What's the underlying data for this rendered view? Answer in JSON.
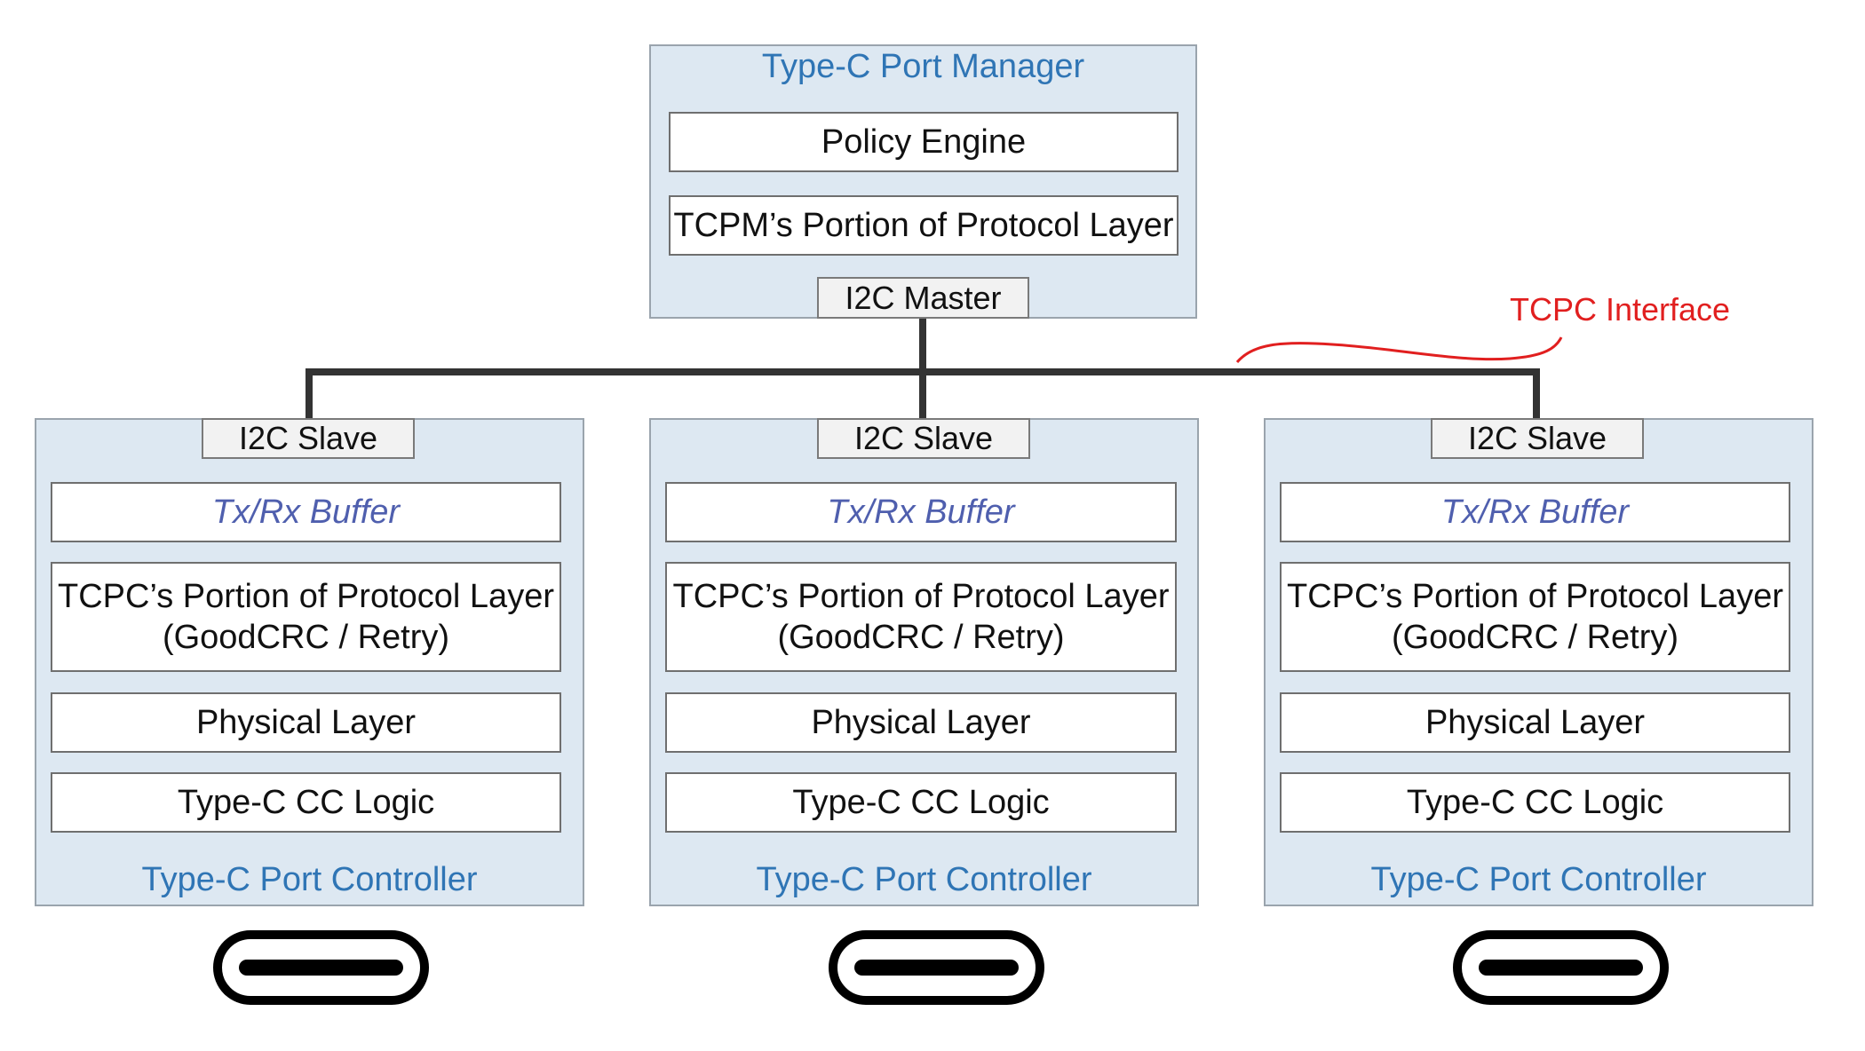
{
  "manager": {
    "title": "Type-C Port Manager",
    "policy_engine": "Policy Engine",
    "protocol_layer": "TCPM’s Portion of Protocol Layer",
    "master_tab": "I2C Master"
  },
  "interface_label": "TCPC Interface",
  "controllers": [
    {
      "slave_tab": "I2C Slave",
      "buffer": "Tx/Rx Buffer",
      "protocol_line1": "TCPC’s Portion of Protocol Layer",
      "protocol_line2": "(GoodCRC / Retry)",
      "physical": "Physical Layer",
      "cc_logic": "Type-C CC Logic",
      "title": "Type-C Port Controller"
    },
    {
      "slave_tab": "I2C Slave",
      "buffer": "Tx/Rx Buffer",
      "protocol_line1": "TCPC’s Portion of Protocol Layer",
      "protocol_line2": "(GoodCRC / Retry)",
      "physical": "Physical Layer",
      "cc_logic": "Type-C CC Logic",
      "title": "Type-C Port Controller"
    },
    {
      "slave_tab": "I2C Slave",
      "buffer": "Tx/Rx Buffer",
      "protocol_line1": "TCPC’s Portion of Protocol Layer",
      "protocol_line2": "(GoodCRC / Retry)",
      "physical": "Physical Layer",
      "cc_logic": "Type-C CC Logic",
      "title": "Type-C Port Controller"
    }
  ],
  "connectors": [
    {
      "icon": "usb-type-c-connector-icon"
    },
    {
      "icon": "usb-type-c-connector-icon"
    },
    {
      "icon": "usb-type-c-connector-icon"
    }
  ],
  "colors": {
    "panel_fill": "#dde8f2",
    "title_blue": "#2f75b5",
    "buffer_italic": "#4f5fae",
    "interface_red": "#e11f1f",
    "bus_line": "#333333"
  }
}
